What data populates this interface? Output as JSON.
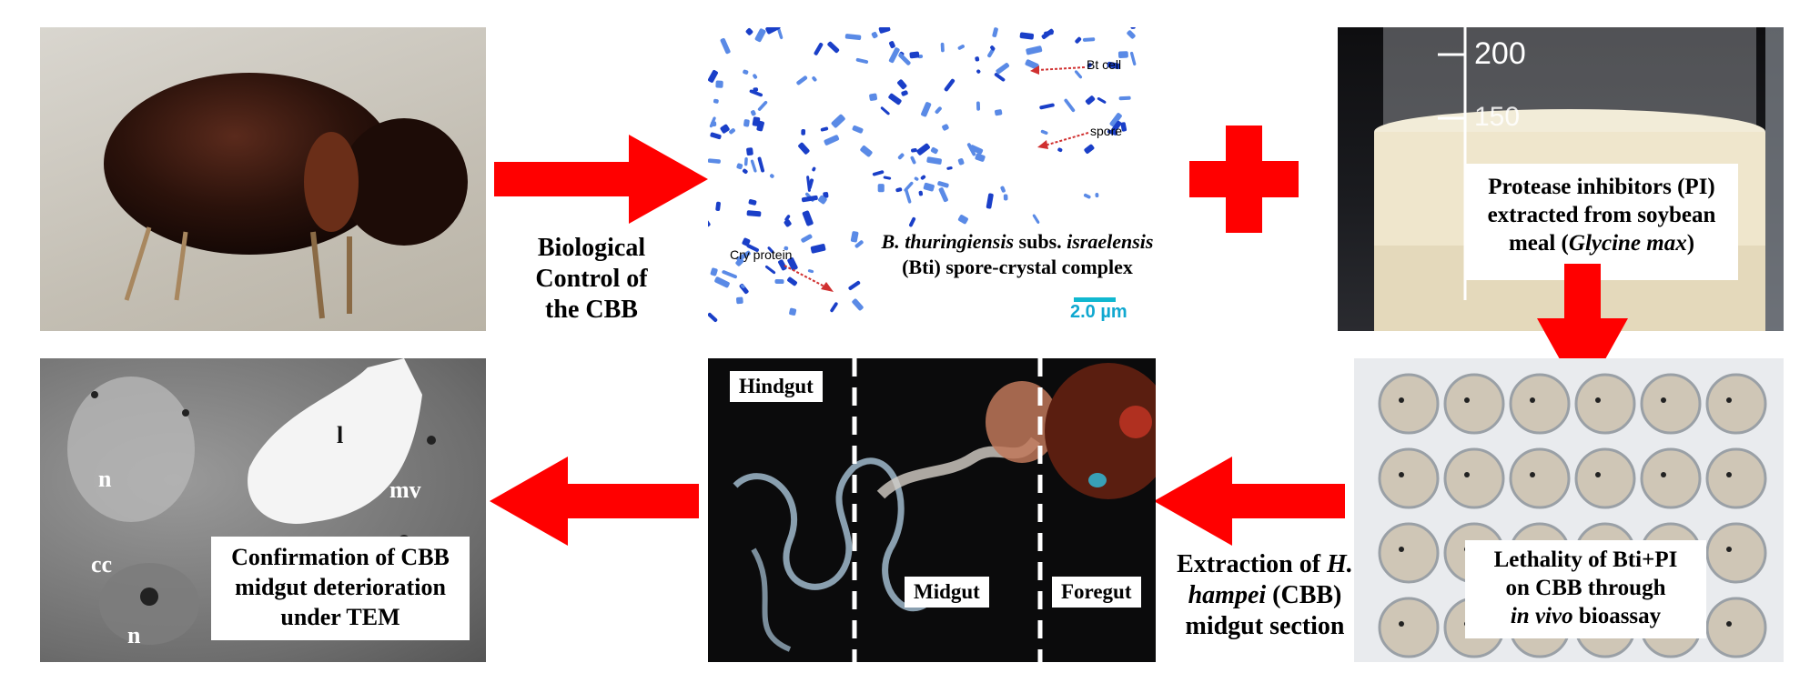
{
  "colors": {
    "arrow": "#ff0000",
    "white": "#ffffff",
    "tem_gray": "#8a8a8a",
    "dark": "#0d0d0d"
  },
  "icons": [
    "arrow-right",
    "arrow-down",
    "arrow-left",
    "plus"
  ],
  "panel_beetle": {},
  "caption_biocontrol": {
    "line1": "Biological",
    "line2": "Control of",
    "line3": "the CBB"
  },
  "panel_bti": {
    "label_btcell": "Bt cell",
    "label_spore": "spore",
    "label_cry": "Cry protein",
    "scale": "2.0 µm",
    "caption_line1_italic": "B. thuringiensis",
    "caption_line1_mid": " subs. ",
    "caption_line1_italic2": "israelensis",
    "caption_line2": "(Bti) spore-crystal complex"
  },
  "panel_soy": {
    "tick_200": "200",
    "tick_150": "150",
    "line1": "Protease inhibitors (PI)",
    "line2": "extracted from soybean",
    "line3_pre": "meal (",
    "line3_italic": "Glycine max",
    "line3_post": ")"
  },
  "panel_bioassay": {
    "line1": "Lethality of Bti+PI",
    "line2": "on CBB through",
    "line3_italic": "in vivo",
    "line3_post": " bioassay"
  },
  "caption_extraction": {
    "line1_pre": "Extraction of ",
    "line1_italic": "H.",
    "line2_italic": "hampei",
    "line2_post": " (CBB)",
    "line3": "midgut section"
  },
  "panel_midgut": {
    "hindgut": "Hindgut",
    "midgut": "Midgut",
    "foregut": "Foregut"
  },
  "panel_tem": {
    "n1": "n",
    "l": "l",
    "mv": "mv",
    "cc": "cc",
    "n2": "n",
    "line1": "Confirmation of CBB",
    "line2": "midgut deterioration",
    "line3": "under TEM"
  }
}
